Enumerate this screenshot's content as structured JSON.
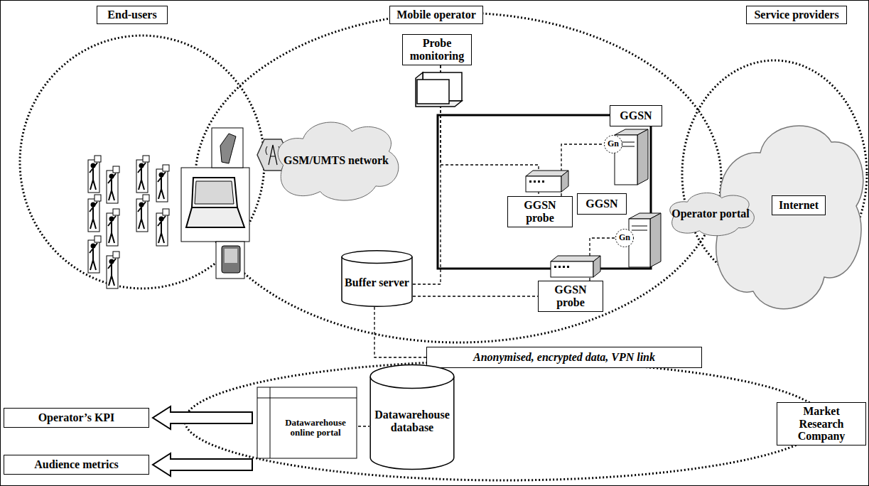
{
  "diagram": {
    "nodes": [
      {
        "text": [
          "End-users"
        ]
      },
      {
        "text": [
          "Mobile operator"
        ]
      },
      {
        "text": [
          "Service providers"
        ]
      },
      {
        "text": [
          "Probe monitoring"
        ]
      },
      {
        "text": [
          "GGSN"
        ]
      },
      {
        "text": [
          "Gn"
        ]
      },
      {
        "text": [
          "GSM/UMTS network"
        ]
      },
      {
        "text": [
          "GGSN probe"
        ]
      },
      {
        "text": [
          "GGSN"
        ]
      },
      {
        "text": [
          "Operator portal"
        ]
      },
      {
        "text": [
          "Internet"
        ]
      },
      {
        "text": [
          "Gn"
        ]
      },
      {
        "text": [
          "Buffer server"
        ]
      },
      {
        "text": [
          "GGSN probe"
        ]
      },
      {
        "text": [
          "Anonymised, encrypted data, VPN link"
        ]
      },
      {
        "text": [
          "Operator’s KPI"
        ]
      },
      {
        "text": [
          "Datawarehouse online portal"
        ]
      },
      {
        "text": [
          "Datawarehouse database"
        ]
      },
      {
        "text": [
          "Market Research Company"
        ]
      },
      {
        "text": [
          "Audience metrics"
        ]
      }
    ],
    "edges": [
      {
        "from": 3,
        "to": 7,
        "arrow": "none"
      },
      {
        "from": 3,
        "to": 12,
        "arrow": "none"
      },
      {
        "from": 12,
        "to": 13,
        "arrow": "none"
      },
      {
        "from": 7,
        "to": 5,
        "arrow": "none"
      },
      {
        "from": 13,
        "to": 11,
        "arrow": "none"
      },
      {
        "from": 12,
        "to": 14,
        "arrow": "none"
      },
      {
        "from": 16,
        "to": 17,
        "arrow": "none"
      }
    ]
  }
}
